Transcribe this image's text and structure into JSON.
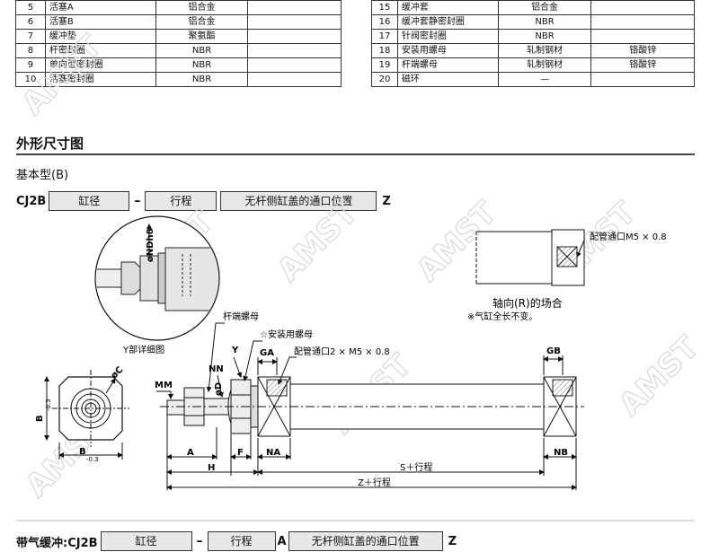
{
  "parts_left": [
    {
      "no": "5",
      "name": "活塞A",
      "material": "铝合金",
      "note": ""
    },
    {
      "no": "6",
      "name": "活塞B",
      "material": "铝合金",
      "note": ""
    },
    {
      "no": "7",
      "name": "缓冲垫",
      "material": "聚氨酯",
      "note": ""
    },
    {
      "no": "8",
      "name": "杆密封圈",
      "material": "NBR",
      "note": ""
    },
    {
      "no": "9",
      "name": "单向型密封圈",
      "material": "NBR",
      "note": ""
    },
    {
      "no": "10",
      "name": "活塞密封圈",
      "material": "NBR",
      "note": ""
    }
  ],
  "parts_right": [
    {
      "no": "15",
      "name": "缓冲套",
      "material": "铝合金",
      "note": ""
    },
    {
      "no": "16",
      "name": "缓冲套静密封圈",
      "material": "NBR",
      "note": ""
    },
    {
      "no": "17",
      "name": "针阀密封圈",
      "material": "NBR",
      "note": ""
    },
    {
      "no": "18",
      "name": "安装用螺母",
      "material": "轧制钢材",
      "note": "铬酸锌"
    },
    {
      "no": "19",
      "name": "杆端螺母",
      "material": "轧制钢材",
      "note": "铬酸锌"
    },
    {
      "no": "20",
      "name": "磁环",
      "material": "—",
      "note": ""
    }
  ],
  "section_title": "外形尺寸图",
  "basic_type": "基本型(B)",
  "model1": {
    "prefix": "CJ2B",
    "bore": "缸径",
    "dash": "–",
    "stroke": "行程",
    "port": "无杆侧缸盖的通口位置",
    "suffix": "Z"
  },
  "model2": {
    "prefix": "带气缓冲:CJ2B",
    "bore": "缸径",
    "dash": "–",
    "stroke": "行程",
    "mid": "A",
    "port": "无杆侧缸盖的通口位置",
    "suffix": "Z"
  },
  "drawing": {
    "ndh8": "øNDh8",
    "y_detail": "Y部详细图",
    "rod_nut": "杆端螺母",
    "mount_nut": "☆安装用螺母",
    "port_top": "配管通口2 × M5 × 0.8",
    "port_axial": "配管通口M5 × 0.8",
    "axial_title": "轴向(R)的场合",
    "axial_note": "※气缸全长不变。",
    "dims": {
      "C": "øC",
      "B": "B",
      "B_tol": "-0.3",
      "B_tol_up": "0",
      "MM": "MM",
      "NN": "NN",
      "D": "øD",
      "Y": "Y",
      "GA": "GA",
      "GB": "GB",
      "A": "A",
      "H": "H",
      "F": "F",
      "NA": "NA",
      "NB": "NB",
      "S": "S＋行程",
      "Z": "Z＋行程"
    }
  },
  "watermark": "AMST"
}
